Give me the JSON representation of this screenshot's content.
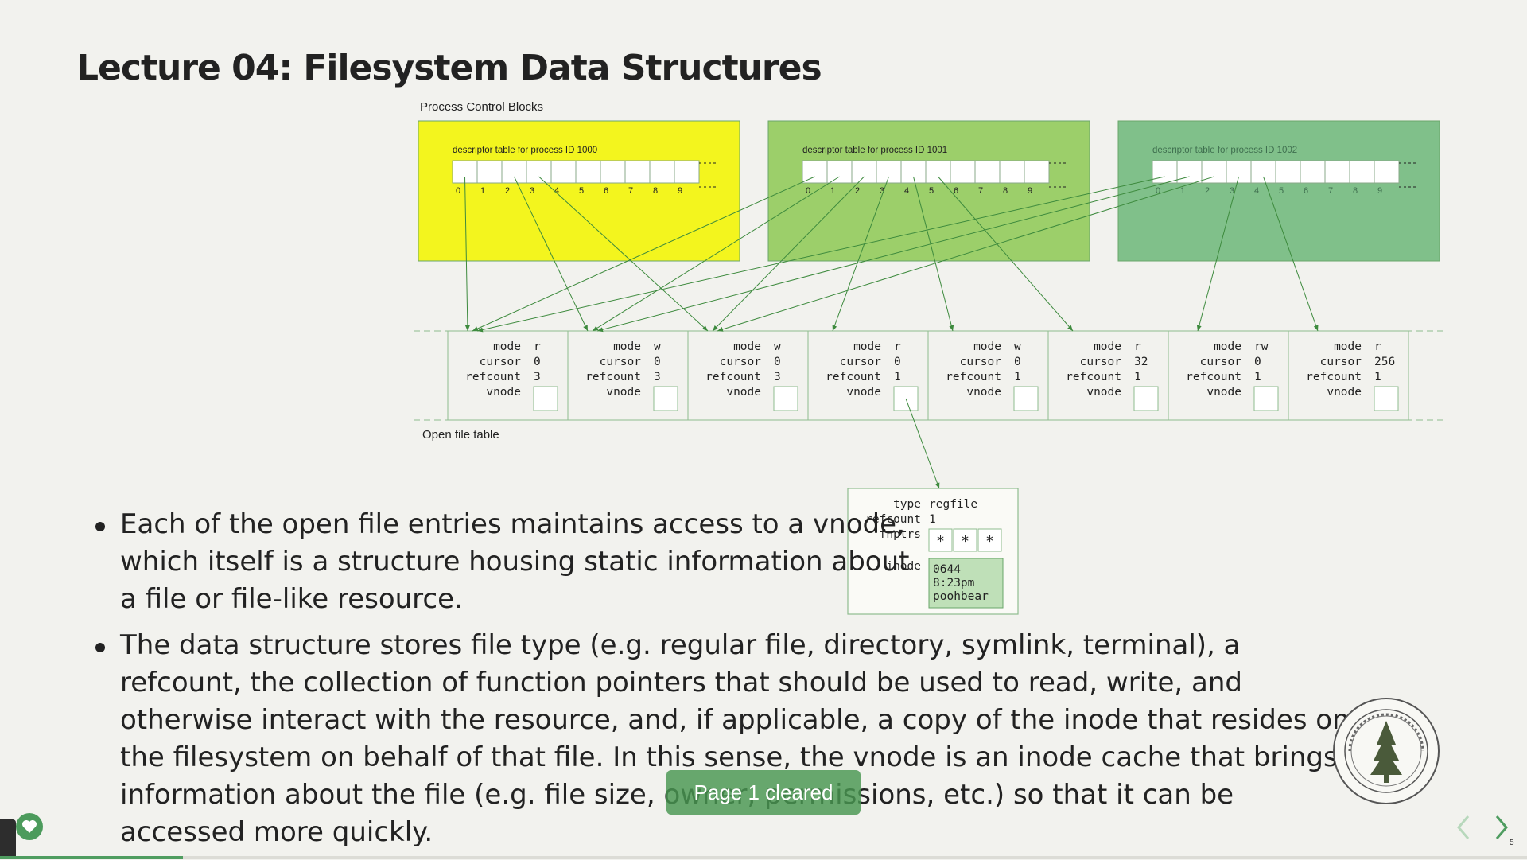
{
  "slide": {
    "title": "Lecture 04: Filesystem Data Structures",
    "page_number": "5",
    "progress": 0.12
  },
  "diagram": {
    "pcb_label": "Process Control Blocks",
    "open_file_table_label": "Open file table",
    "pcbs": [
      {
        "label": "descriptor table for process ID 1000",
        "color": "#f3f51e"
      },
      {
        "label": "descriptor table for process ID 1001",
        "color": "#9ccf6a"
      },
      {
        "label": "descriptor table for process ID 1002",
        "color": "#80c08a"
      }
    ],
    "descriptor_indices": [
      "0",
      "1",
      "2",
      "3",
      "4",
      "5",
      "6",
      "7",
      "8",
      "9"
    ],
    "entries": [
      {
        "mode": "r",
        "cursor": "0",
        "refcount": "3"
      },
      {
        "mode": "w",
        "cursor": "0",
        "refcount": "3"
      },
      {
        "mode": "w",
        "cursor": "0",
        "refcount": "3"
      },
      {
        "mode": "r",
        "cursor": "0",
        "refcount": "1"
      },
      {
        "mode": "w",
        "cursor": "0",
        "refcount": "1"
      },
      {
        "mode": "r",
        "cursor": "32",
        "refcount": "1"
      },
      {
        "mode": "rw",
        "cursor": "0",
        "refcount": "1"
      },
      {
        "mode": "r",
        "cursor": "256",
        "refcount": "1"
      }
    ],
    "entry_field_labels": {
      "mode": "mode",
      "cursor": "cursor",
      "refcount": "refcount",
      "vnode": "vnode"
    },
    "vnode": {
      "type_label": "type",
      "type_value": "regfile",
      "refcount_label": "refcount",
      "refcount_value": "1",
      "fnptrs_label": "fnptrs",
      "fnptrs": [
        "*",
        "*",
        "*"
      ],
      "inode_label": "inode",
      "inode_lines": [
        "0644",
        "8:23pm",
        "poohbear"
      ]
    }
  },
  "bullets": [
    "Each of the open file entries maintains access to a vnode, which itself is a structure housing static information about a file or file-like resource.",
    "The data structure stores file type (e.g. regular file, directory, symlink, terminal), a refcount, the collection of function pointers that should be used to read, write, and otherwise interact with the resource, and, if applicable, a copy of the inode that resides on the filesystem on behalf of that file. In this sense, the vnode is an inode cache that brings information about the file (e.g. file size, owner, permissions, etc.) so that it can be accessed more quickly."
  ],
  "toast": {
    "text": "Page 1 cleared"
  },
  "colors": {
    "accent": "#4f9d60",
    "arrow": "#3d8a3d"
  },
  "icons": {
    "favorite": "heart-icon",
    "prev": "chevron-left-icon",
    "next": "chevron-right-icon",
    "seal": "university-seal"
  }
}
